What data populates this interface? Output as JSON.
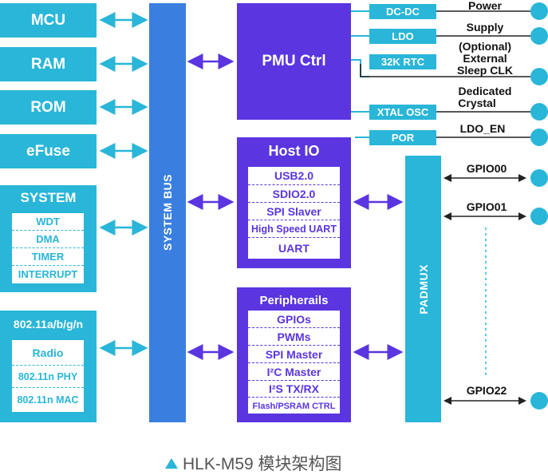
{
  "left_boxes": {
    "mcu": "MCU",
    "ram": "RAM",
    "rom": "ROM",
    "efuse": "eFuse"
  },
  "system": {
    "title": "SYSTEM",
    "items": [
      "WDT",
      "DMA",
      "TIMER",
      "INTERRUPT"
    ]
  },
  "wifi": {
    "title": "802.11a/b/g/n",
    "items": [
      "Radio",
      "802.11n PHY",
      "802.11n MAC"
    ]
  },
  "system_bus": "SYSTEM BUS",
  "pmu": {
    "title": "PMU Ctrl"
  },
  "host_io": {
    "title": "Host IO",
    "items": [
      "USB2.0",
      "SDIO2.0",
      "SPI Slaver",
      "High Speed UART",
      "UART"
    ]
  },
  "peripherals": {
    "title": "Peripherails",
    "items": [
      "GPIOs",
      "PWMs",
      "SPI Master",
      "I²C Master",
      "I²S TX/RX",
      "Flash/PSRAM CTRL"
    ]
  },
  "padmux": "PADMUX",
  "power_tags": {
    "dcdc": "DC-DC",
    "ldo": "LDO",
    "rtc": "32K RTC",
    "xtal": "XTAL OSC",
    "por": "POR"
  },
  "right_labels": {
    "power": "Power",
    "supply": "Supply",
    "optional": "(Optional)",
    "external": "External",
    "sleep_clk": "Sleep CLK",
    "dedicated": "Dedicated",
    "crystal": "Crystal",
    "ldo_en": "LDO_EN"
  },
  "gpio": {
    "g0": "GPIO00",
    "g1": "GPIO01",
    "g22": "GPIO22"
  },
  "caption": "HLK-M59 模块架构图",
  "colors": {
    "cyan": "#29b6d8",
    "blue": "#3a7fe0",
    "purple": "#5a35e0"
  }
}
